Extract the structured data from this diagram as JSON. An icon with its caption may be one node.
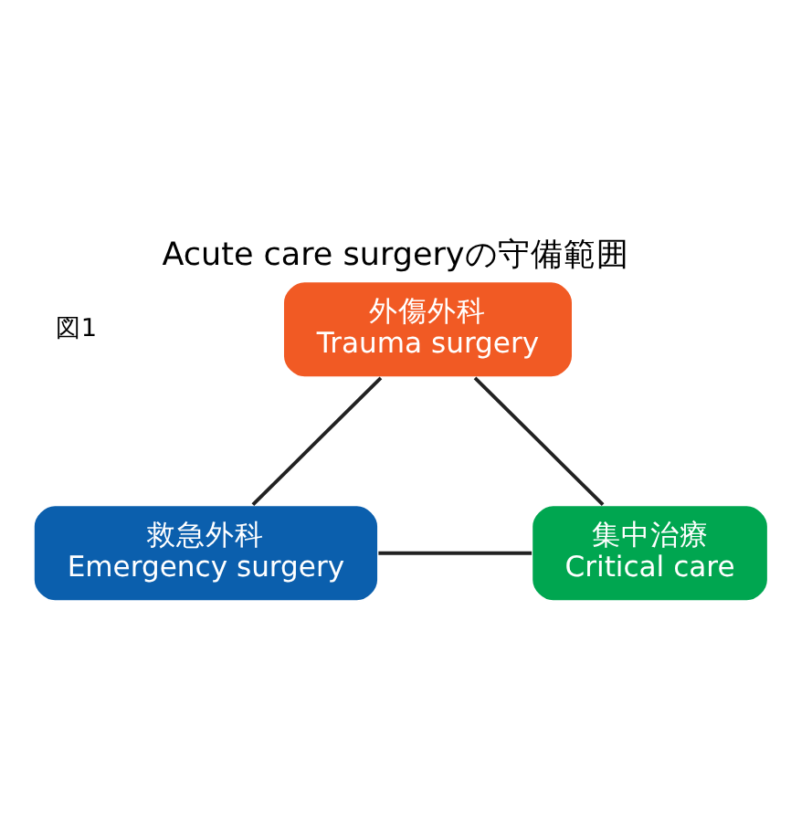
{
  "diagram": {
    "title": "Acute care surgeryの守備範囲",
    "nodes": [
      {
        "text": [
          "外傷外科",
          "Trauma surgery"
        ]
      },
      {
        "text": [
          "救急外科",
          "Emergency surgery"
        ]
      },
      {
        "text": [
          "集中治療",
          "Critical care"
        ]
      }
    ],
    "edges": [
      {
        "from": 0,
        "to": 1,
        "arrow": "none"
      },
      {
        "from": 1,
        "to": 2,
        "arrow": "none"
      },
      {
        "from": 2,
        "to": 0,
        "arrow": "none"
      }
    ],
    "labels": [
      "図1"
    ]
  }
}
